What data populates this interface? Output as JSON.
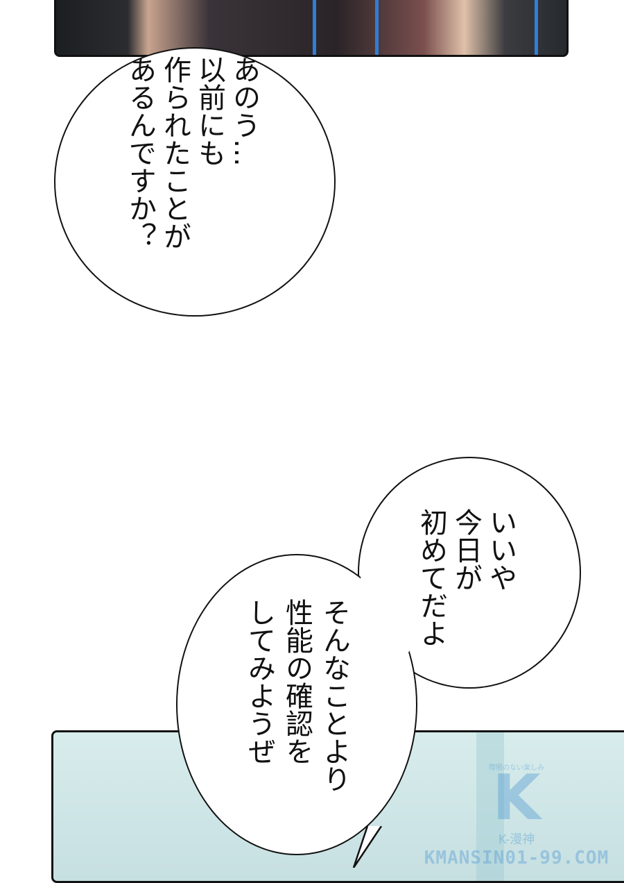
{
  "bubbles": [
    {
      "lines": [
        "あのう…",
        "以前にも",
        "作られたことが",
        "あるんですか？"
      ]
    },
    {
      "lines": [
        "いいや",
        "今日が",
        "初めてだよ"
      ]
    },
    {
      "lines": [
        "そんなことより",
        "性能の確認を",
        "してみようぜ"
      ]
    }
  ],
  "watermark": {
    "tagline": "際限のない楽しみ",
    "logo": "K",
    "sub": "K-漫神",
    "site": "KMANSIN01-99.COM"
  },
  "colors": {
    "stripe": "#2f7fd8",
    "panel_bottom": "#d8ecec"
  }
}
